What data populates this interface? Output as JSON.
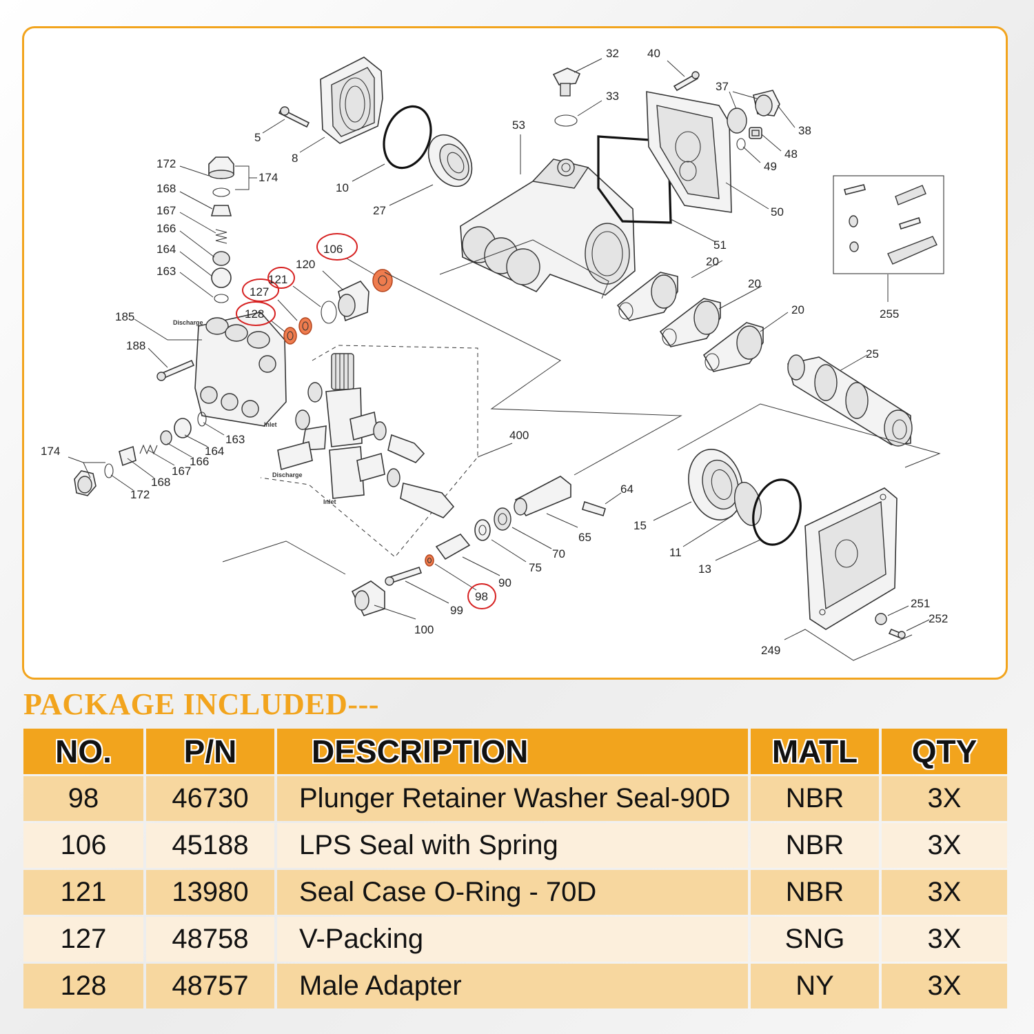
{
  "diagram": {
    "callouts": [
      "5",
      "8",
      "10",
      "27",
      "32",
      "33",
      "40",
      "37",
      "38",
      "48",
      "49",
      "50",
      "51",
      "53",
      "172",
      "174",
      "168",
      "167",
      "166",
      "164",
      "163",
      "185",
      "188",
      "106",
      "120",
      "121",
      "127",
      "128",
      "20",
      "20",
      "20",
      "255",
      "25",
      "400",
      "64",
      "65",
      "70",
      "75",
      "90",
      "98",
      "99",
      "100",
      "15",
      "11",
      "13",
      "249",
      "251",
      "252",
      "174",
      "172",
      "168",
      "167",
      "166",
      "164",
      "163"
    ],
    "highlighted_callouts": [
      "106",
      "121",
      "127",
      "128",
      "98"
    ],
    "small_labels": {
      "discharge_top": "Discharge",
      "inlet_top": "Inlet",
      "discharge_bottom": "Discharge",
      "inlet_bottom": "Inlet"
    },
    "colors": {
      "frame": "#f2a41d",
      "highlight_circle": "#d62020",
      "seal_fill": "#ef7c4e"
    }
  },
  "package": {
    "heading": "PACKAGE INCLUDED---",
    "columns": [
      "NO.",
      "P/N",
      "DESCRIPTION",
      "MATL",
      "QTY"
    ],
    "rows": [
      {
        "no": "98",
        "pn": "46730",
        "description": "Plunger Retainer Washer Seal-90D",
        "matl": "NBR",
        "qty": "3X"
      },
      {
        "no": "106",
        "pn": "45188",
        "description": "LPS Seal with Spring",
        "matl": "NBR",
        "qty": "3X"
      },
      {
        "no": "121",
        "pn": "13980",
        "description": "Seal Case O-Ring - 70D",
        "matl": "NBR",
        "qty": "3X"
      },
      {
        "no": "127",
        "pn": "48758",
        "description": "V-Packing",
        "matl": "SNG",
        "qty": "3X"
      },
      {
        "no": "128",
        "pn": "48757",
        "description": "Male Adapter",
        "matl": "NY",
        "qty": "3X"
      }
    ],
    "colors": {
      "header": "#f2a41d",
      "row_dark": "#f7d79f",
      "row_light": "#fcefdc"
    }
  }
}
